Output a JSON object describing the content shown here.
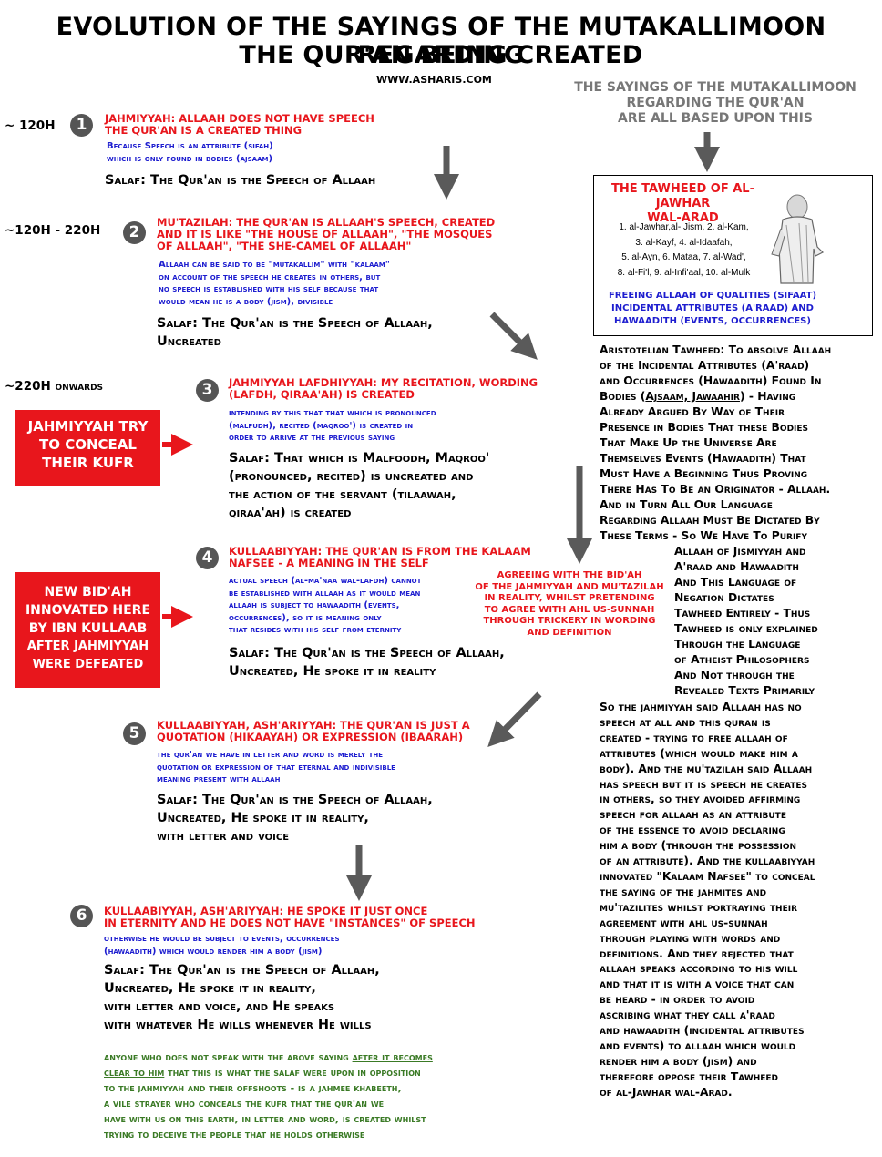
{
  "title_line1": "EVOLUTION OF THE SAYINGS OF THE MUTAKALLIMOON REGARDING",
  "title_line2": "THE QUR'AN BEING CREATED",
  "url": "WWW.ASHARIS.COM",
  "right_header": [
    "THE SAYINGS OF THE MUTAKALLIMOON",
    "REGARDING THE QUR'AN",
    "ARE ALL BASED UPON THIS"
  ],
  "tawheed_box": {
    "title": [
      "THE TAWHEED OF AL-JAWHAR",
      "WAL-ARAD"
    ],
    "list": [
      "1. al-Jawhar,al- Jism, 2.  al-Kam,",
      "3. al-Kayf, 4. al-Idaafah,",
      "5. al-Ayn, 6. Mataa, 7. al-Wad',",
      "8. al-Fi'l, 9. al-Infi'aal, 10. al-Mulk"
    ],
    "caption": [
      "FREEING ALLAAH OF QUALITIES (SIFAAT)",
      "INCIDENTAL ATTRIBUTES (A'RAAD) AND",
      "HAWAADITH (EVENTS, OCCURRENCES)"
    ]
  },
  "stages": [
    {
      "date": "~ 120H",
      "num": "1",
      "red": [
        "JAHMIYYAH: ALLAAH DOES NOT HAVE SPEECH",
        "THE QUR'AN IS A CREATED THING"
      ],
      "blue": [
        "Because Speech is an attribute (sifah)",
        "which is only found in bodies (ajsaam)"
      ],
      "salaf": [
        "Salaf: The Qur'an is the Speech of Allaah"
      ]
    },
    {
      "date": "~120H - 220H",
      "num": "2",
      "red": [
        "MU'TAZILAH: THE QUR'AN IS ALLAAH'S SPEECH, CREATED",
        "AND IT IS LIKE  \"THE HOUSE OF ALLAAH\", \"THE MOSQUES",
        "OF ALLAAH\", \"THE SHE-CAMEL OF ALLAAH\""
      ],
      "blue": [
        "Allaah can be said to be \"mutakallim\" with \"kalaam\"",
        "on account of the speech he creates in others, but",
        "no speech is established with his self because that",
        "would mean he is a body (jism), divisible"
      ],
      "salaf": [
        "Salaf: The Qur'an is the Speech of Allaah,",
        "Uncreated"
      ]
    },
    {
      "date": "~220H onwards",
      "num": "3",
      "red": [
        "JAHMIYYAH LAFDHIYYAH: MY RECITATION, WORDING",
        "(LAFDH, QIRAA'AH) IS CREATED"
      ],
      "blue": [
        "intending by this that that which is pronounced",
        "(malfudh), recited (maqroo') is created in",
        "order to arrive at the previous saying"
      ],
      "salaf": [
        "Salaf: That which is Malfoodh, Maqroo'",
        "(pronounced, recited) is uncreated and",
        "the action of the servant (tilaawah,",
        "qiraa'ah) is created"
      ]
    },
    {
      "num": "4",
      "red": [
        "KULLAABIYYAH: THE QUR'AN IS FROM THE KALAAM",
        "NAFSEE - A MEANING IN THE SELF"
      ],
      "blue": [
        "actual speech (al-ma'naa wal-lafdh) cannot",
        "be established with allaah as it would mean",
        "allaah is subject to hawaadith (events,",
        "occurrences), so it is meaning only",
        "that resides with his self from eternity"
      ],
      "salaf": [
        "Salaf: The Qur'an is the Speech of Allaah,",
        "Uncreated, He spoke it in reality"
      ]
    },
    {
      "num": "5",
      "red": [
        "KULLAABIYYAH, ASH'ARIYYAH: THE QUR'AN IS JUST A",
        "QUOTATION (HIKAAYAH) OR EXPRESSION (IBAARAH)"
      ],
      "blue": [
        "the qur'an we have in letter and word is merely the",
        "quotation or expression of that eternal and indivisible",
        "meaning present with allaah"
      ],
      "salaf": [
        "Salaf: The Qur'an is the Speech of Allaah,",
        "Uncreated, He spoke it in reality,",
        "with letter and voice"
      ]
    },
    {
      "num": "6",
      "red": [
        "KULLAABIYYAH, ASH'ARIYYAH: HE SPOKE IT JUST ONCE",
        "IN ETERNITY AND HE DOES NOT HAVE \"INSTANCES\" OF SPEECH"
      ],
      "blue": [
        "otherwise he would be subject to events, occurrences",
        "(hawaadith) which would render him a body (jism)"
      ],
      "salaf": [
        "Salaf: The Qur'an is the Speech of Allaah,",
        "Uncreated, He spoke it in reality,",
        "with letter and voice, and He speaks",
        "with whatever He wills whenever He wills"
      ]
    }
  ],
  "redbox1": [
    "JAHMIYYAH TRY",
    "TO CONCEAL",
    "THEIR KUFR"
  ],
  "redbox2": [
    "NEW BID'AH",
    "INNOVATED HERE",
    "BY IBN KULLAAB",
    "AFTER JAHMIYYAH",
    "WERE DEFEATED"
  ],
  "mid_red_note": [
    "AGREEING WITH THE BID'AH",
    "OF THE JAHMIYYAH AND MU'TAZILAH",
    "IN REALITY, WHILST PRETENDING",
    "TO AGREE WITH AHL US-SUNNAH",
    "THROUGH TRICKERY IN WORDING",
    "AND DEFINITION"
  ],
  "right_col_a": [
    "Aristotelian Tawheed: To absolve Allaah",
    "of the Incidental Attributes (A'raad)",
    "and Occurrences (Hawaadith) Found In"
  ],
  "right_col_bodies_pre": "Bodies (",
  "right_col_bodies_u": "Ajsaam, Jawaahir",
  "right_col_bodies_post": ") - Having",
  "right_col_b": [
    "Already Argued By Way of Their",
    "Presence in Bodies That these Bodies",
    "That Make Up the Universe Are",
    "Themselves Events  (Hawaadith) That",
    "Must Have a Beginning Thus Proving",
    "There Has To Be an Originator - Allaah.",
    "And in Turn All Our Language",
    "Regarding Allaah Must Be Dictated By",
    "These Terms - So We Have To Purify"
  ],
  "right_col_indent": [
    "Allaah of Jismiyyah and",
    "A'raad and Hawaadith",
    "And This Language of",
    "Negation Dictates",
    "Tawheed Entirely - Thus",
    "Tawheed is only explained",
    "Through the Language",
    "of Atheist Philosophers",
    "And Not through the",
    "Revealed Texts Primarily"
  ],
  "right_col_c": [
    "So the jahmiyyah said Allaah has no",
    "speech at all and this quran is",
    "created - trying to free allaah of",
    "attributes (which would make him a",
    "body). And the mu'tazilah said Allaah",
    "has speech but it is speech he creates",
    "in others, so they avoided affirming",
    "speech for allaah as an attribute",
    "of the essence to avoid declaring",
    "him a body (through the possession",
    "of an attribute). And the kullaabiyyah",
    "innovated \"Kalaam Nafsee\" to conceal",
    "the saying of the jahmites and",
    "mu'tazilites whilst portraying their",
    "agreement with ahl us-sunnah",
    "through playing with words and",
    "definitions. And they rejected that",
    "allaah speaks according to his will",
    "and that it is with a voice that can",
    "be heard - in order to avoid",
    "ascribing what they call a'raad",
    "and hawaadith (incidental attributes",
    "and events) to allaah which would",
    "render him a body (jism) and",
    "therefore oppose their Tawheed",
    "of al-Jawhar wal-Arad."
  ],
  "green_pre": "anyone who does not speak with the above saying ",
  "green_u1": "after it  becomes",
  "green_u2": "clear to him",
  "green_post1": " that this is what the salaf were upon in opposition",
  "green_lines": [
    "to the jahmiyyah and their offshoots - is a jahmee khabeeth,",
    "a vile strayer who conceals the kufr that the qur'an we",
    "have with us on this earth, in letter and word, is created whilst",
    "trying to deceive the people that he holds otherwise"
  ],
  "colors": {
    "red": "#e8161c",
    "blue": "#1d1dcf",
    "green": "#3a7a25",
    "gray": "#777777",
    "badge": "#555555"
  }
}
